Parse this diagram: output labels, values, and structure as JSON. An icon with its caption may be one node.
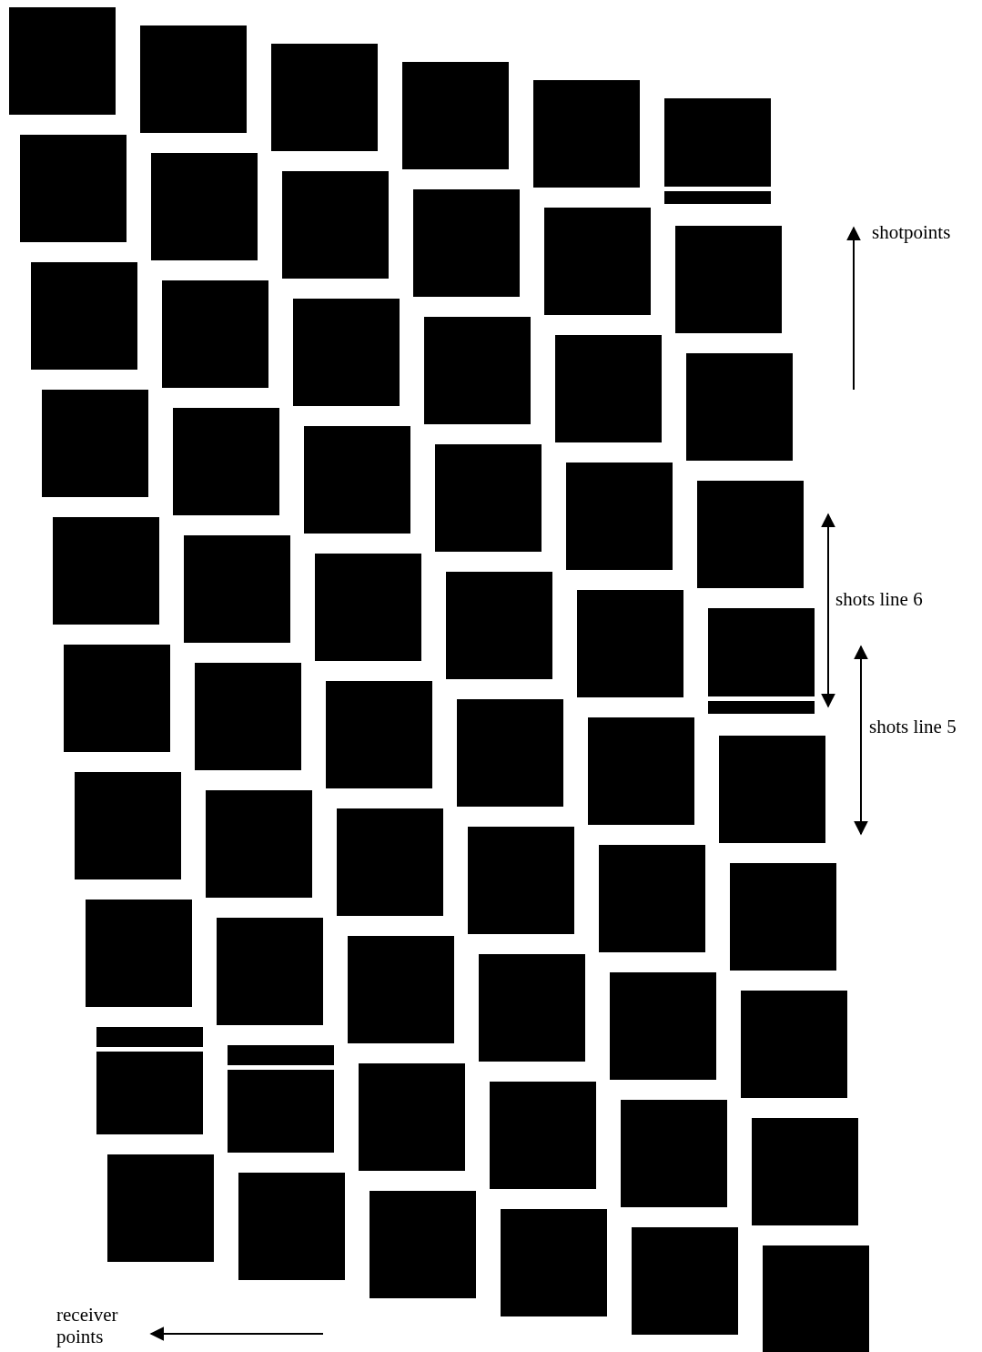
{
  "diagram": {
    "labels": [
      "shotpoints",
      "shots line 6",
      "shots line 5",
      "receiver points"
    ]
  }
}
